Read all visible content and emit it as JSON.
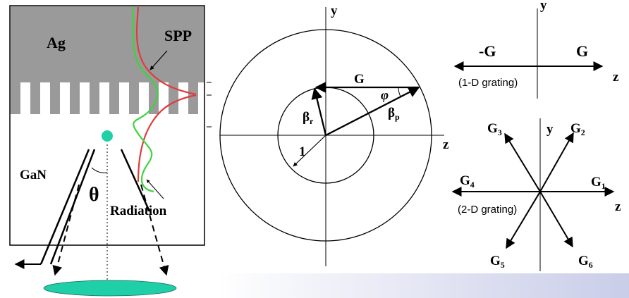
{
  "colors": {
    "metal": "#9a9a9a",
    "spp_curve": "#e03c3c",
    "radiation_wave": "#3fd23f",
    "emitter": "#1fcfa7",
    "text": "#000000",
    "banner_start": "#ffffff",
    "banner_end": "#c9cde8"
  },
  "left_panel": {
    "metal_label": "Ag",
    "spp_label": "SPP",
    "substrate_label": "GaN",
    "angle_label": "θ",
    "radiation_label": "Radiation"
  },
  "circle_panel": {
    "y_axis_label": "y",
    "z_axis_label": "z",
    "grating_vector_label": "G",
    "angle_label": "φ",
    "beta_r_main": "β",
    "beta_r_sub": "r",
    "beta_p_main": "β",
    "beta_p_sub": "p",
    "radius_label": "1"
  },
  "grating_1d": {
    "y_axis_label": "y",
    "z_axis_label": "z",
    "neg_vector_label": "-G",
    "pos_vector_label": "G",
    "caption": "(1-D grating)"
  },
  "grating_2d": {
    "y_axis_label": "y",
    "z_axis_label": "z",
    "caption": "(2-D grating)",
    "vectors": [
      {
        "main": "G",
        "sub": "1"
      },
      {
        "main": "G",
        "sub": "2"
      },
      {
        "main": "G",
        "sub": "3"
      },
      {
        "main": "G",
        "sub": "4"
      },
      {
        "main": "G",
        "sub": "5"
      },
      {
        "main": "G",
        "sub": "6"
      }
    ]
  }
}
